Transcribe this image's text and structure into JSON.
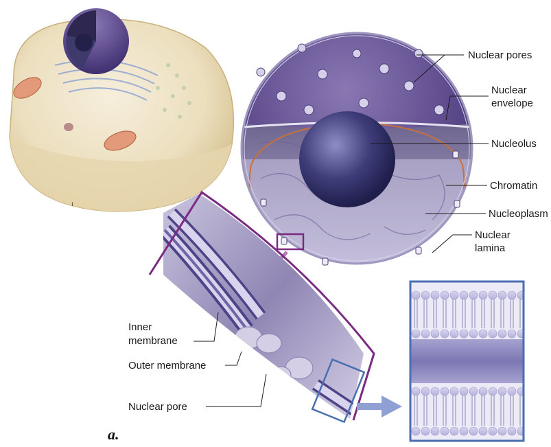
{
  "labels": {
    "nuclear_pores": "Nuclear pores",
    "nuclear_envelope_1": "Nuclear",
    "nuclear_envelope_2": "envelope",
    "nucleolus": "Nucleolus",
    "chromatin": "Chromatin",
    "nucleoplasm": "Nucleoplasm",
    "nuclear_lamina_1": "Nuclear",
    "nuclear_lamina_2": "lamina",
    "inner_membrane_1": "Inner",
    "inner_membrane_2": "membrane",
    "outer_membrane": "Outer membrane",
    "nuclear_pore": "Nuclear pore"
  },
  "panel_letter": "a.",
  "colors": {
    "envelope_purple": "#5b4a8c",
    "nucleoplasm_lavender": "#b3acd4",
    "lamina_orange": "#c8703a",
    "inset_frame_purple": "#7b2a82",
    "bilayer_frame_blue": "#4a6fb0",
    "cell_cream": "#efe3c4"
  },
  "icons": {
    "cell": "cutaway-cell-illustration",
    "nucleus": "nucleus-cutaway-illustration",
    "inset": "envelope-cross-section-inset",
    "bilayer": "lipid-bilayer-inset"
  }
}
